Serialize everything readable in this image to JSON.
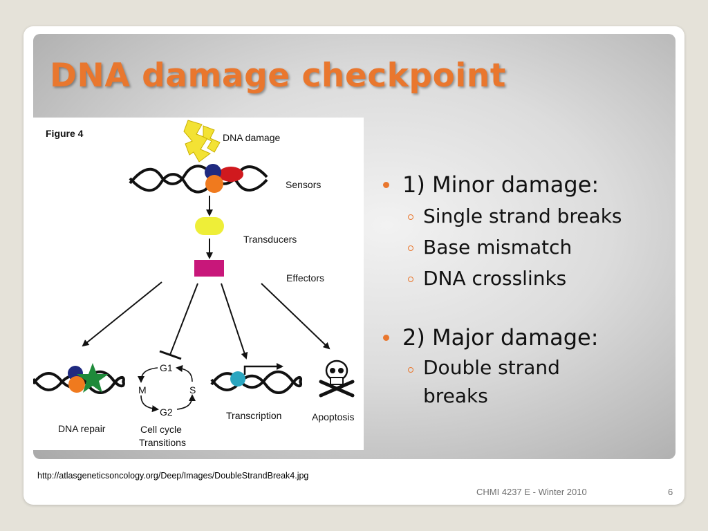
{
  "slide": {
    "title": "DNA damage checkpoint",
    "source_url": "http://atlasgeneticsoncology.org/Deep/Images/DoubleStrandBreak4.jpg",
    "footer": "CHMI 4237 E - Winter 2010",
    "page_number": "6"
  },
  "figure": {
    "figure_label": "Figure 4",
    "dna_damage": "DNA damage",
    "sensors": "Sensors",
    "transducers": "Transducers",
    "effectors": "Effectors",
    "dna_repair": "DNA repair",
    "cell_cycle_line1": "Cell cycle",
    "cell_cycle_line2": "Transitions",
    "transcription": "Transcription",
    "apoptosis": "Apoptosis",
    "g1": "G1",
    "g2": "G2",
    "m": "M",
    "s": "S"
  },
  "bullets": {
    "minor": {
      "label": "1) Minor damage:",
      "items": [
        "Single strand breaks",
        "Base mismatch",
        "DNA crosslinks"
      ]
    },
    "major": {
      "label": "2) Major damage:",
      "items": [
        "Double strand breaks"
      ]
    }
  },
  "colors": {
    "title": "#e9772e",
    "bullet_accent": "#e9772e"
  }
}
